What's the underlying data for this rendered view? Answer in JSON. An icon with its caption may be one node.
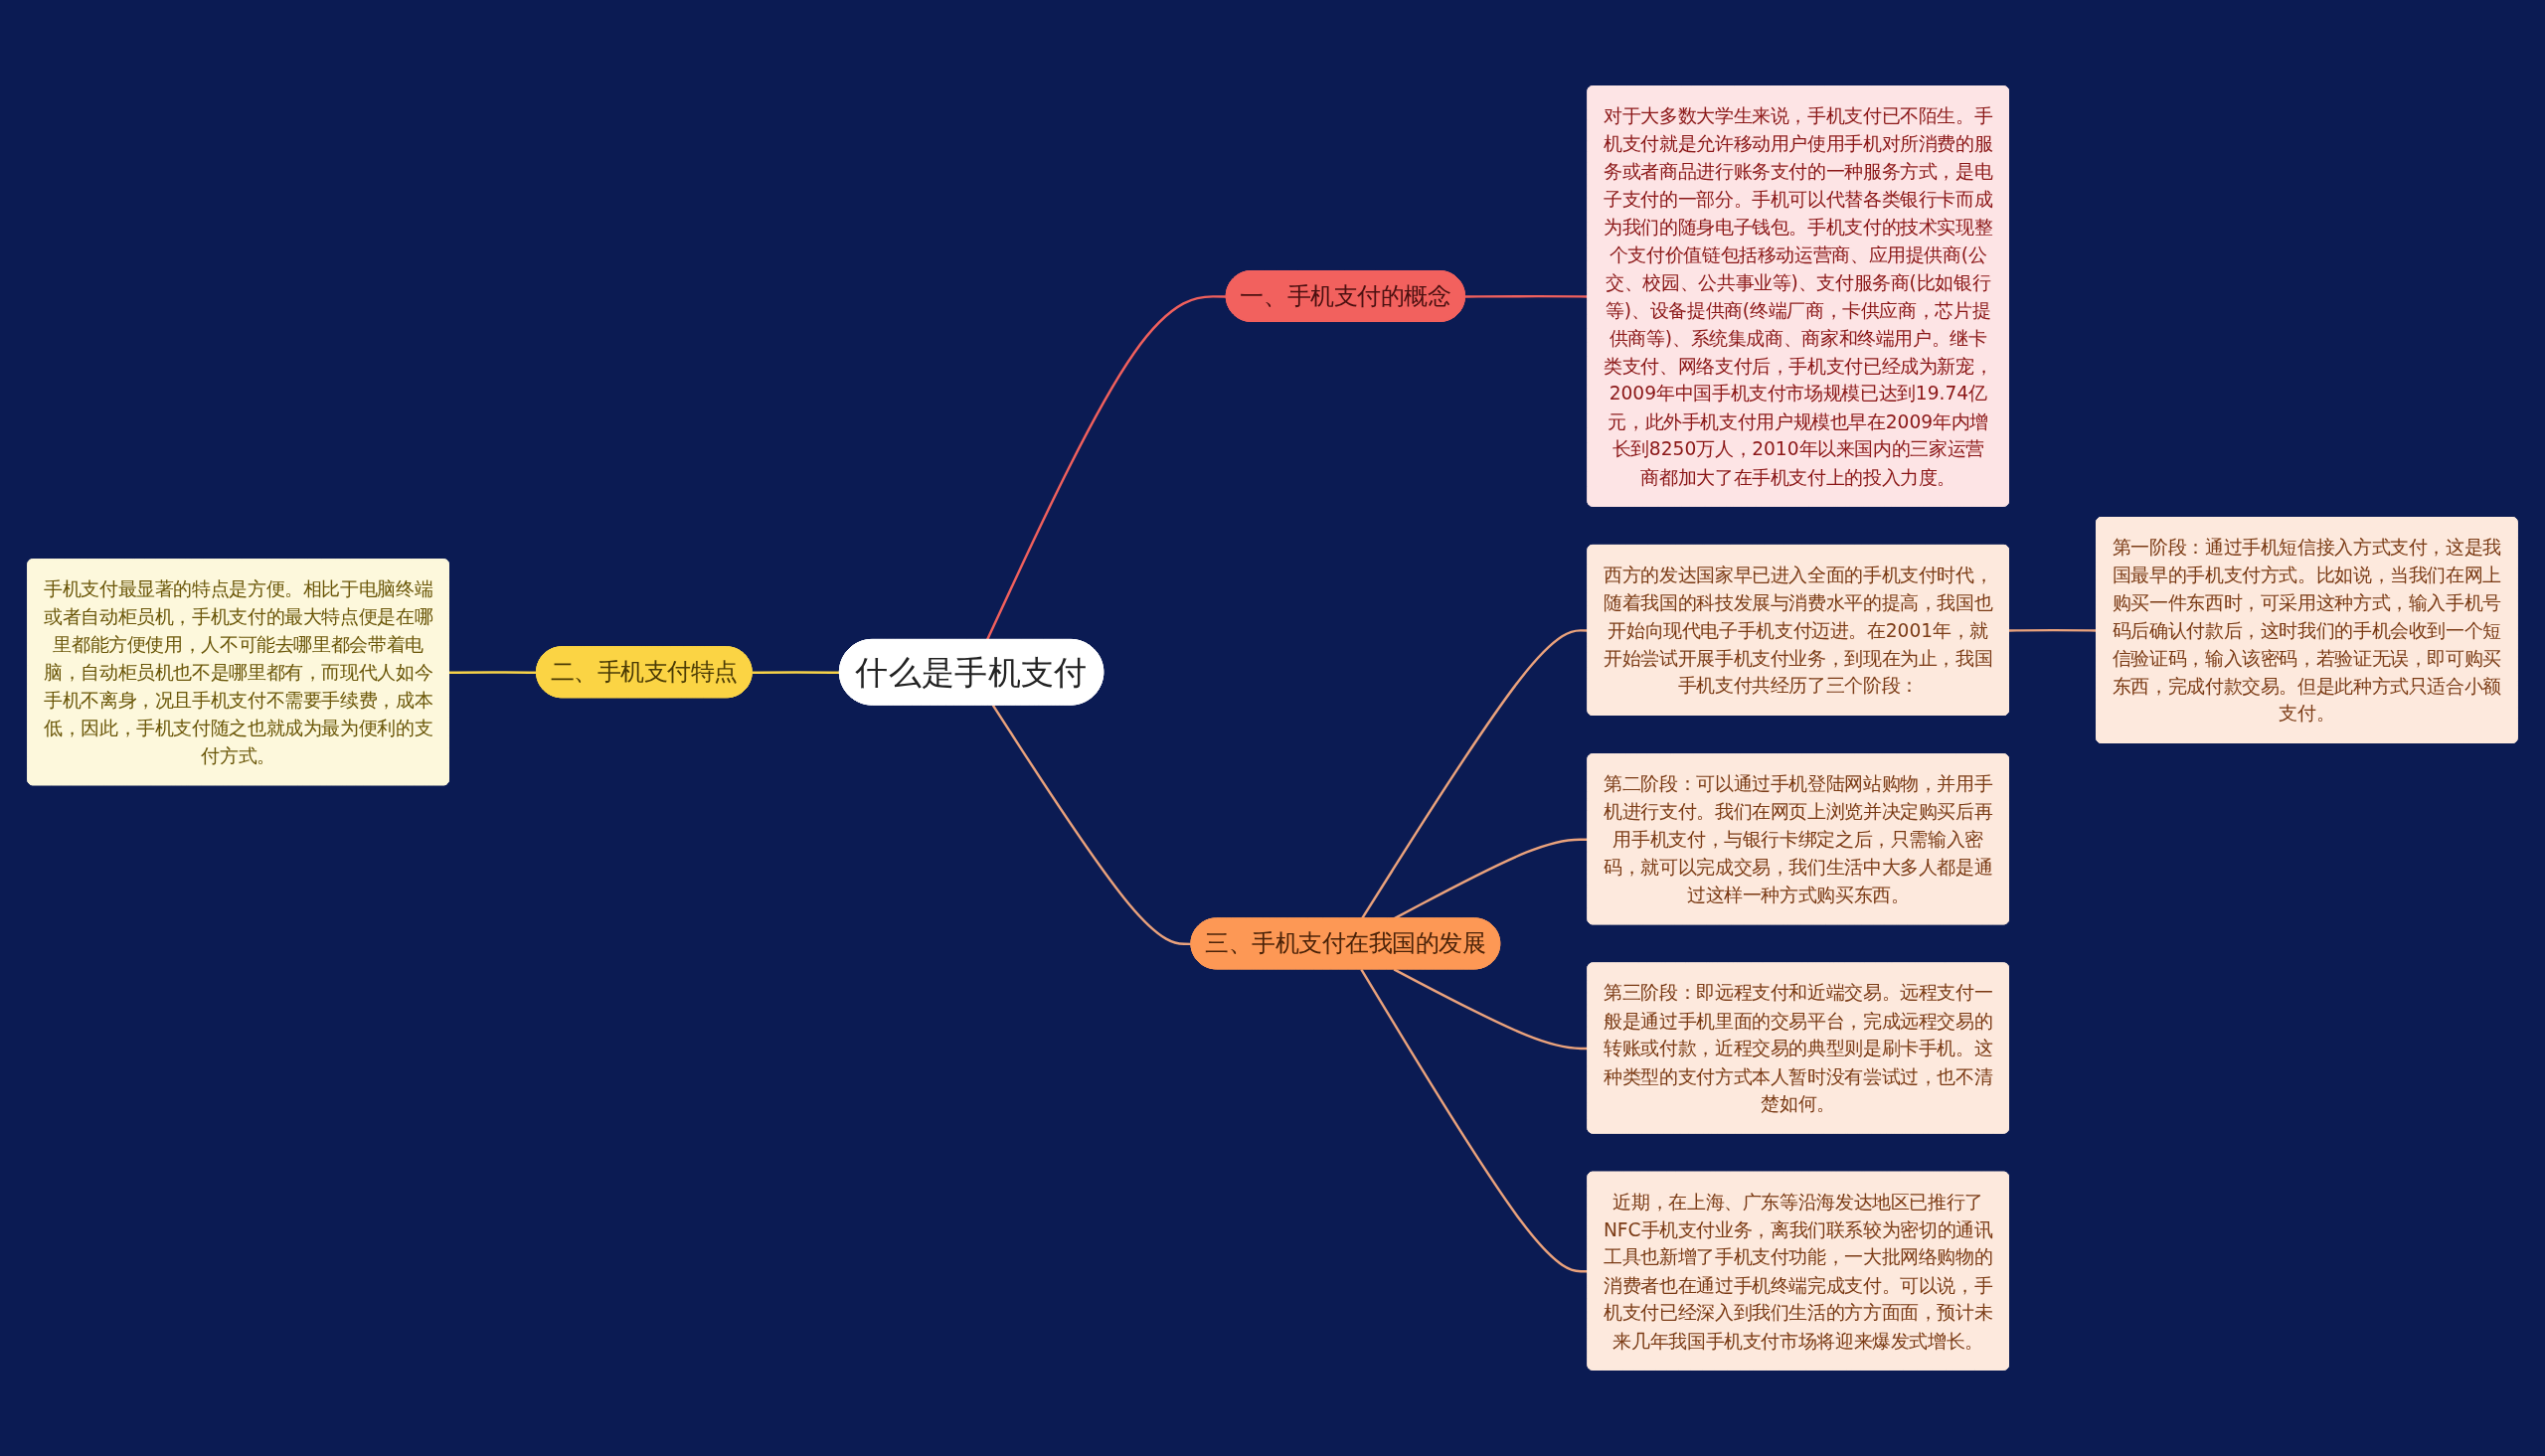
{
  "diagram": {
    "nodes": [
      {
        "text": [
          "什么是手机支付"
        ]
      },
      {
        "text": [
          "一、手机支付的概念"
        ]
      },
      {
        "text": [
          "对于大多数大学生来说，手机支付已不陌生。手机支付就是允许移动用户使用手机对所消费的服务或者商品进行账务支付的一种服务方式，是电子支付的一部分。手机可以代替各类银行卡而成为我们的随身电子钱包。手机支付的技术实现整个支付价值链包括移动运营商、应用提供商(公交、校园、公共事业等)、支付服务商(比如银行等)、设备提供商(终端厂商，卡供应商，芯片提供商等)、系统集成商、商家和终端用户。继卡类支付、网络支付后，手机支付已经成为新宠，2009年中国手机支付市场规模已达到19.74亿元，此外手机支付用户规模也早在2009年内增长到8250万人，2010年以来国内的三家运营商都加大了在手机支付上的投入力度。"
        ]
      },
      {
        "text": [
          "二、手机支付特点"
        ]
      },
      {
        "text": [
          "手机支付最显著的特点是方便。相比于电脑终端或者自动柜员机，手机支付的最大特点便是在哪里都能方便使用，人不可能去哪里都会带着电脑，自动柜员机也不是哪里都有，而现代人如今手机不离身，况且手机支付不需要手续费，成本低，因此，手机支付随之也就成为最为便利的支付方式。"
        ]
      },
      {
        "text": [
          "三、手机支付在我国的发展"
        ]
      },
      {
        "text": [
          "西方的发达国家早已进入全面的手机支付时代，随着我国的科技发展与消费水平的提高，我国也开始向现代电子手机支付迈进。在2001年，就开始尝试开展手机支付业务，到现在为止，我国手机支付共经历了三个阶段："
        ]
      },
      {
        "text": [
          "第一阶段：通过手机短信接入方式支付，这是我国最早的手机支付方式。比如说，当我们在网上购买一件东西时，可采用这种方式，输入手机号码后确认付款后，这时我们的手机会收到一个短信验证码，输入该密码，若验证无误，即可购买东西，完成付款交易。但是此种方式只适合小额支付。"
        ]
      },
      {
        "text": [
          "第二阶段：可以通过手机登陆网站购物，并用手机进行支付。我们在网页上浏览并决定购买后再用手机支付，与银行卡绑定之后，只需输入密码，就可以完成交易，我们生活中大多人都是通过这样一种方式购买东西。"
        ]
      },
      {
        "text": [
          "第三阶段：即远程支付和近端交易。远程支付一般是通过手机里面的交易平台，完成远程交易的转账或付款，近程交易的典型则是刷卡手机。这种类型的支付方式本人暂时没有尝试过，也不清楚如何。"
        ]
      },
      {
        "text": [
          "近期，在上海、广东等沿海发达地区已推行了NFC手机支付业务，离我们联系较为密切的通讯工具也新增了手机支付功能，一大批网络购物的消费者也在通过手机终端完成支付。可以说，手机支付已经深入到我们生活的方方面面，预计未来几年我国手机支付市场将迎来爆发式增长。"
        ]
      }
    ],
    "edges": [
      {
        "from": 0,
        "to": 1,
        "arrow": "none",
        "color": "#f0605d"
      },
      {
        "from": 1,
        "to": 2,
        "arrow": "none",
        "color": "#f0605d"
      },
      {
        "from": 0,
        "to": 3,
        "arrow": "none",
        "color": "#f6d248"
      },
      {
        "from": 3,
        "to": 4,
        "arrow": "none",
        "color": "#f6d248"
      },
      {
        "from": 0,
        "to": 5,
        "arrow": "none"
      },
      {
        "from": 5,
        "to": 6,
        "arrow": "none"
      },
      {
        "from": 6,
        "to": 7,
        "arrow": "none"
      },
      {
        "from": 5,
        "to": 8,
        "arrow": "none"
      },
      {
        "from": 5,
        "to": 9,
        "arrow": "none"
      },
      {
        "from": 5,
        "to": 10,
        "arrow": "none"
      }
    ]
  }
}
